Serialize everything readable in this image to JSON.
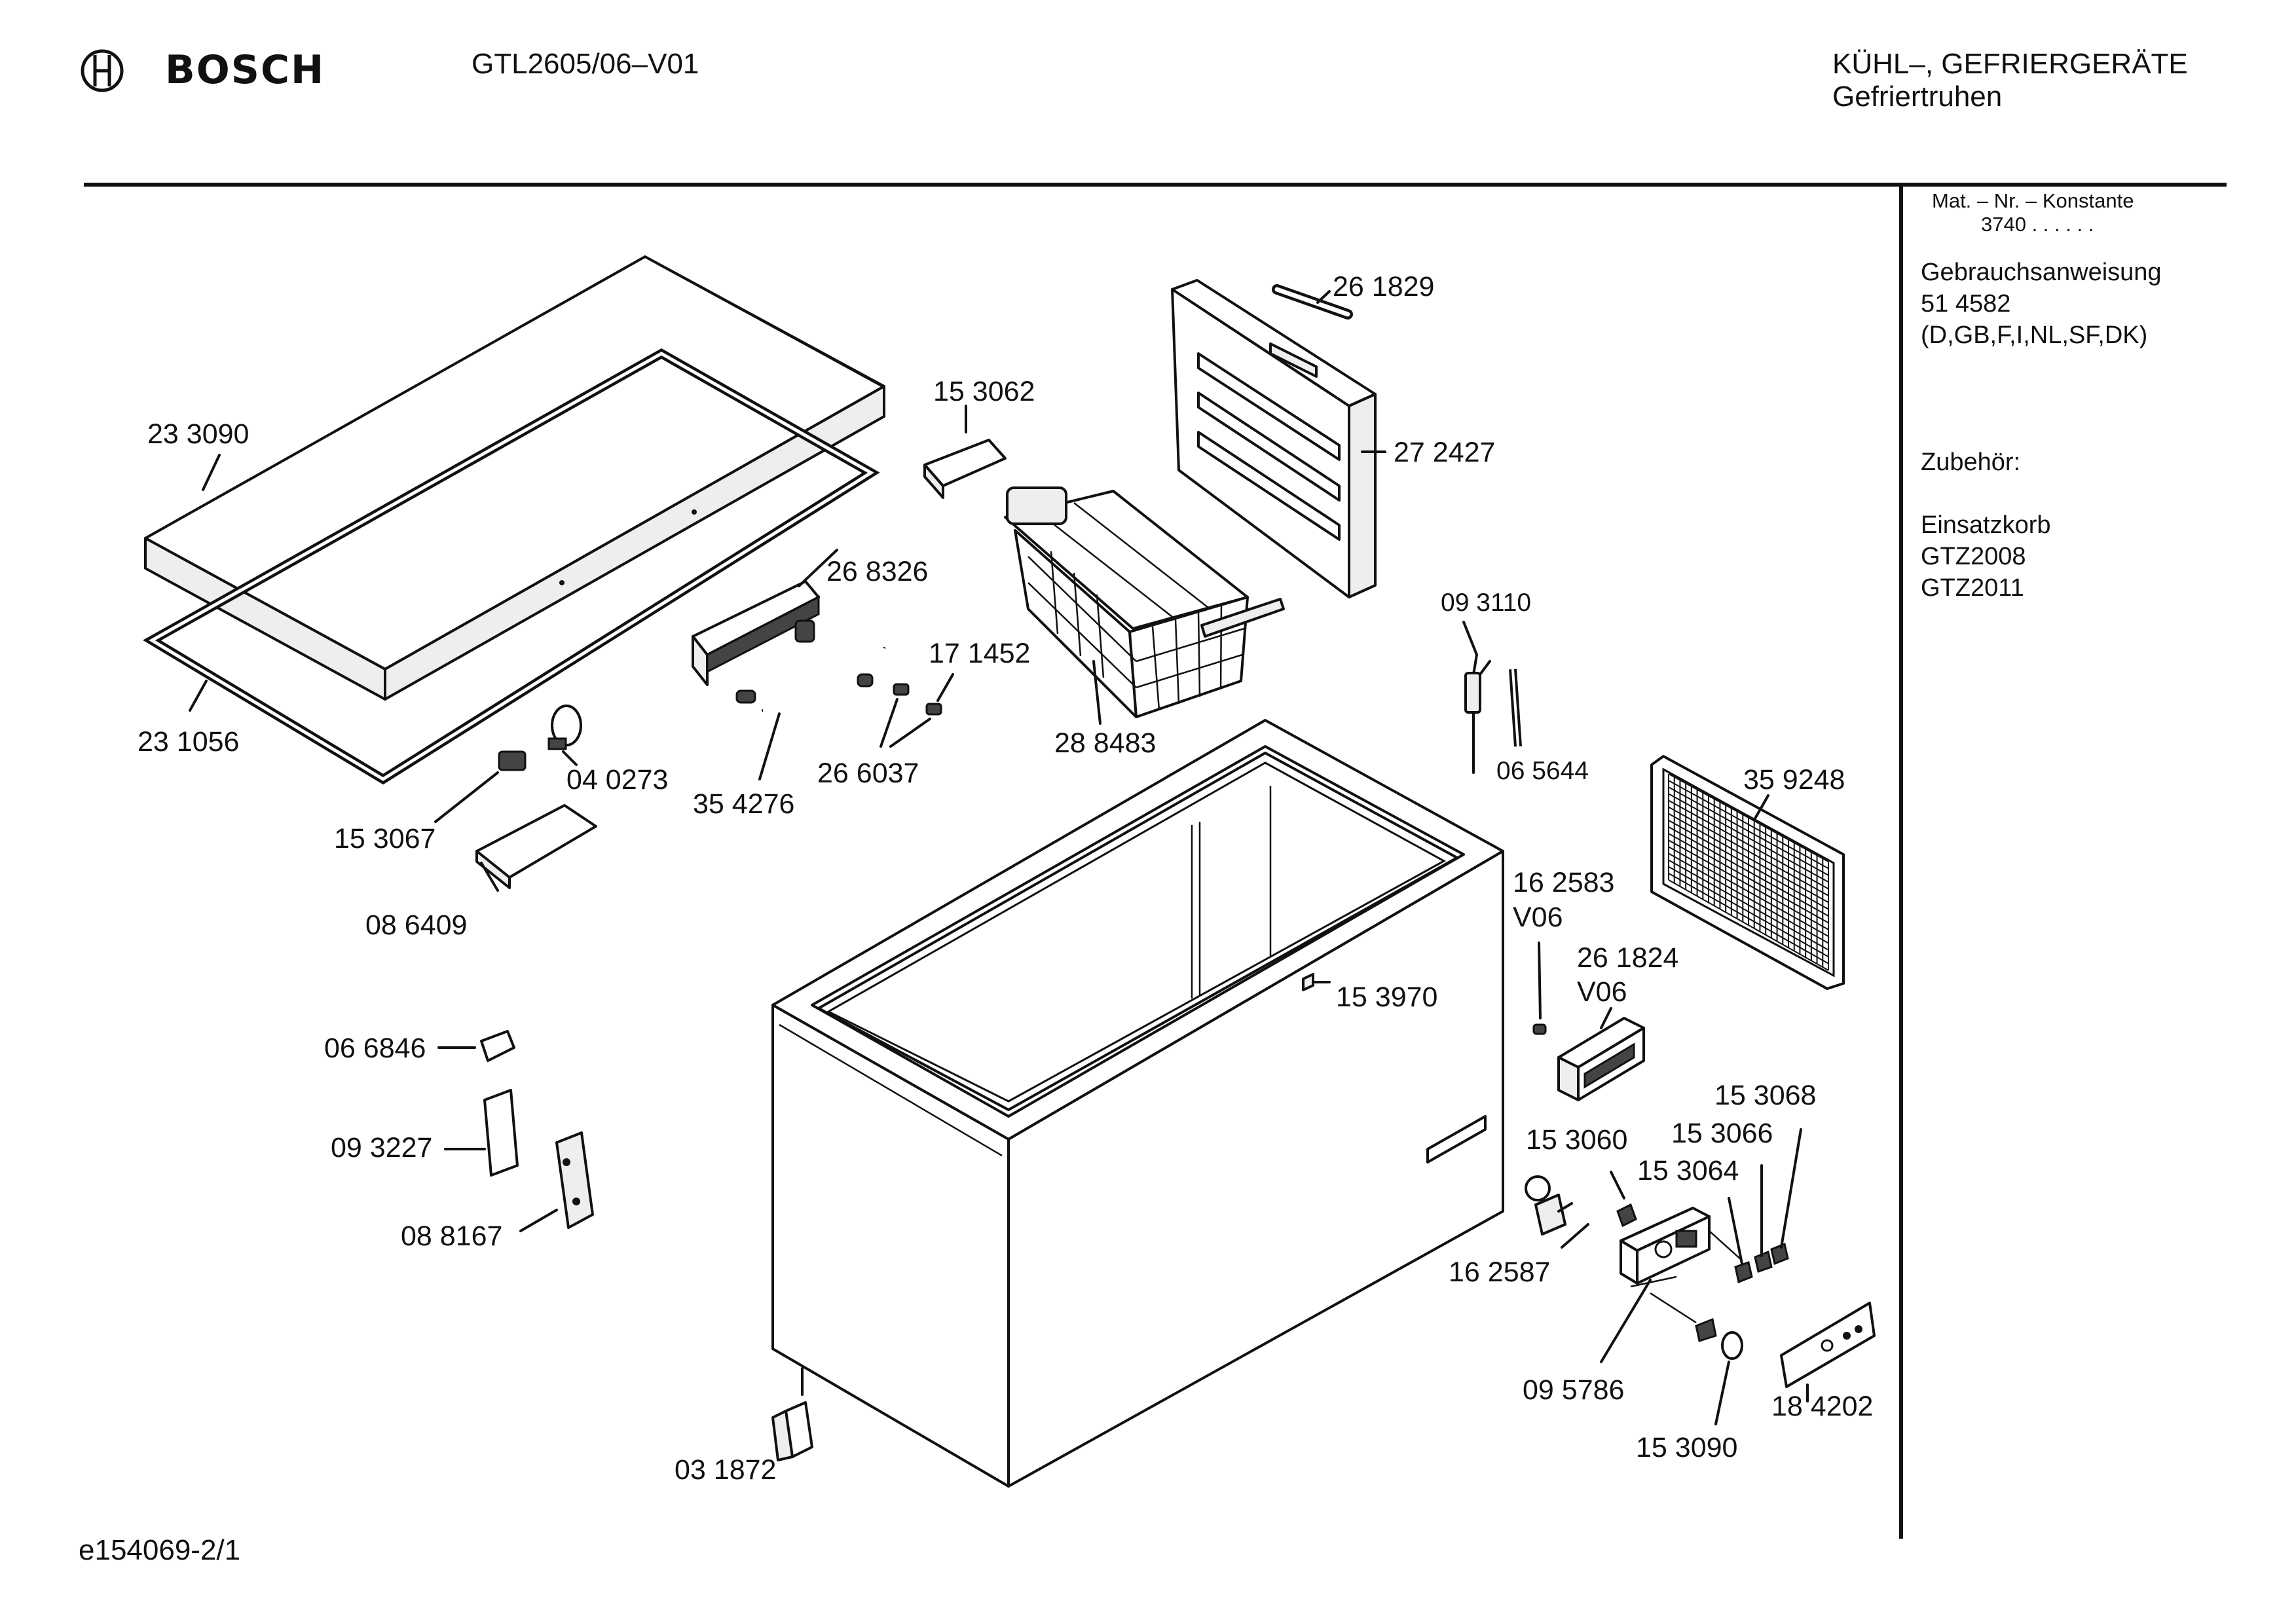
{
  "header": {
    "brand": "BOSCH",
    "model": "GTL2605/06–V01",
    "category": "KÜHL–, GEFRIERGERÄTE",
    "subcategory": "Gefriertruhen"
  },
  "sidebar": {
    "mat_label": "Mat. – Nr. – Konstante",
    "mat_value": "3740 .  .  .  .  .  .",
    "manual_title": "Gebrauchsanweisung",
    "manual_number": "51 4582",
    "manual_languages": "(D,GB,F,I,NL,SF,DK)",
    "accessories_title": "Zubehör:",
    "accessory_name": "Einsatzkorb",
    "accessory_1": "GTZ2008",
    "accessory_2": "GTZ2011"
  },
  "footer": {
    "drawing_id": "e154069-2/1"
  },
  "parts": {
    "p233090": "23 3090",
    "p231056": "23 1056",
    "p040273": "04 0273",
    "p153067": "15 3067",
    "p086409": "08 6409",
    "p268326": "26 8326",
    "p354276": "35 4276",
    "p171452": "17 1452",
    "p266037": "26 6037",
    "p153062": "15 3062",
    "p261829": "26 1829",
    "p272427": "27 2427",
    "p288483": "28 8483",
    "p093110": "09 3110",
    "p065644": "06 5644",
    "p359248": "35 9248",
    "p162583": "16 2583",
    "p162583v": "V06",
    "p261824": "26 1824",
    "p261824v": "V06",
    "p153970": "15 3970",
    "p066846": "06 6846",
    "p093227": "09 3227",
    "p088167": "08 8167",
    "p153068": "15 3068",
    "p153066": "15 3066",
    "p153060": "15 3060",
    "p153064": "15 3064",
    "p162587": "16 2587",
    "p095786": "09 5786",
    "p184202": "18 4202",
    "p153090": "15 3090",
    "p031872": "03 1872"
  }
}
